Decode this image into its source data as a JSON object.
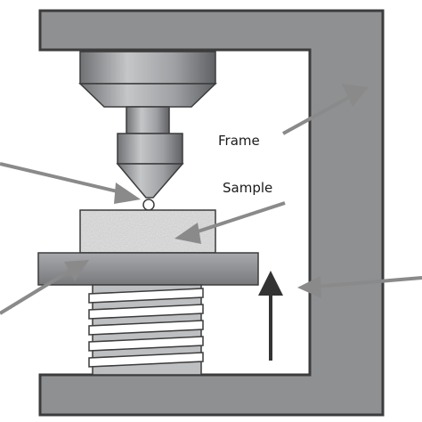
{
  "labels": {
    "frame": "Frame",
    "sample": "Sample"
  },
  "colors": {
    "frame_fill": "#8e9092",
    "frame_stroke": "#3c3c3c",
    "indenter_light": "#b9bbbd",
    "indenter_dark": "#7b7d80",
    "sample_fill": "#d2d2d2",
    "plate_fill": "#95979a",
    "spring_fill": "#ffffff",
    "pointer_arrow": "#8a8a8a",
    "load_arrow": "#333333"
  },
  "icons": {
    "pointer": "gray-pointer-arrow",
    "load": "upward-load-arrow"
  }
}
